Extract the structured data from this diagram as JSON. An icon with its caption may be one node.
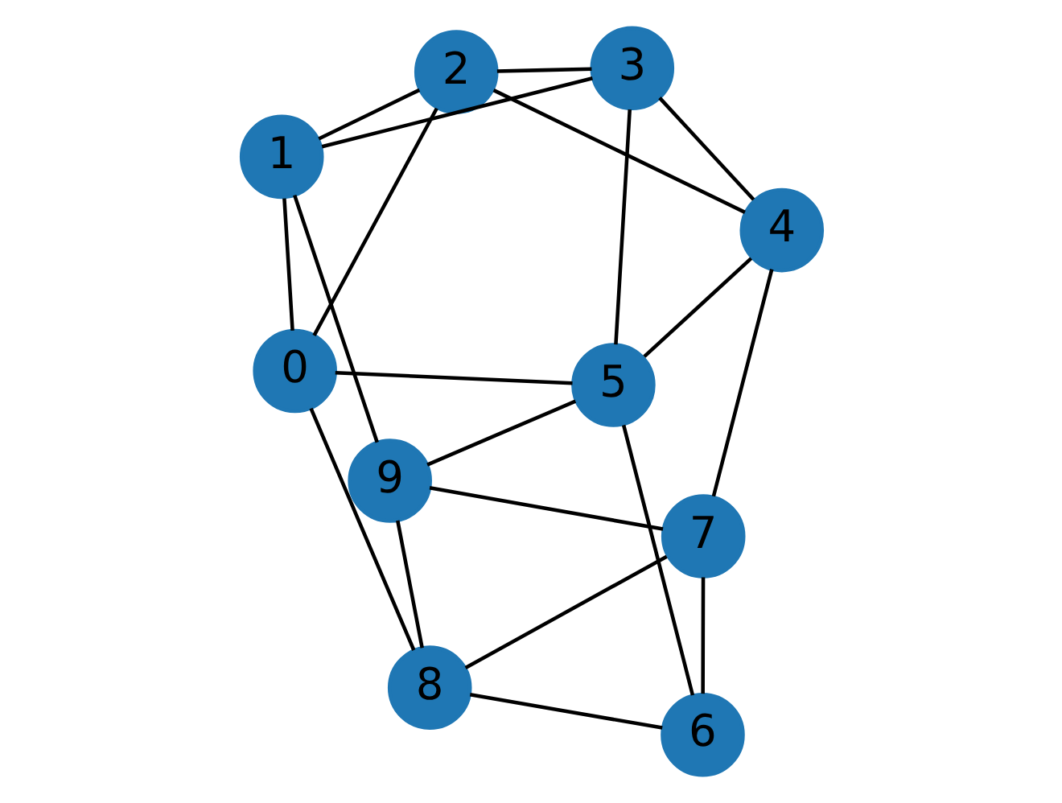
{
  "diagram": {
    "nodes": [
      {
        "text": [
          "0"
        ]
      },
      {
        "text": [
          "1"
        ]
      },
      {
        "text": [
          "2"
        ]
      },
      {
        "text": [
          "3"
        ]
      },
      {
        "text": [
          "4"
        ]
      },
      {
        "text": [
          "5"
        ]
      },
      {
        "text": [
          "6"
        ]
      },
      {
        "text": [
          "7"
        ]
      },
      {
        "text": [
          "8"
        ]
      },
      {
        "text": [
          "9"
        ]
      }
    ],
    "edges": [
      {
        "from": 0,
        "to": 1,
        "arrow": "none"
      },
      {
        "from": 0,
        "to": 8,
        "arrow": "none"
      },
      {
        "from": 0,
        "to": 2,
        "arrow": "none"
      },
      {
        "from": 0,
        "to": 5,
        "arrow": "none"
      },
      {
        "from": 1,
        "to": 9,
        "arrow": "none"
      },
      {
        "from": 1,
        "to": 2,
        "arrow": "none"
      },
      {
        "from": 1,
        "to": 3,
        "arrow": "none"
      },
      {
        "from": 2,
        "to": 3,
        "arrow": "none"
      },
      {
        "from": 2,
        "to": 4,
        "arrow": "none"
      },
      {
        "from": 3,
        "to": 4,
        "arrow": "none"
      },
      {
        "from": 3,
        "to": 5,
        "arrow": "none"
      },
      {
        "from": 5,
        "to": 4,
        "arrow": "none"
      },
      {
        "from": 5,
        "to": 9,
        "arrow": "none"
      },
      {
        "from": 5,
        "to": 6,
        "arrow": "none"
      },
      {
        "from": 9,
        "to": 8,
        "arrow": "none"
      },
      {
        "from": 9,
        "to": 7,
        "arrow": "none"
      },
      {
        "from": 8,
        "to": 7,
        "arrow": "none"
      },
      {
        "from": 8,
        "to": 6,
        "arrow": "none"
      },
      {
        "from": 6,
        "to": 7,
        "arrow": "none"
      },
      {
        "from": 7,
        "to": 4,
        "arrow": "none"
      }
    ]
  }
}
